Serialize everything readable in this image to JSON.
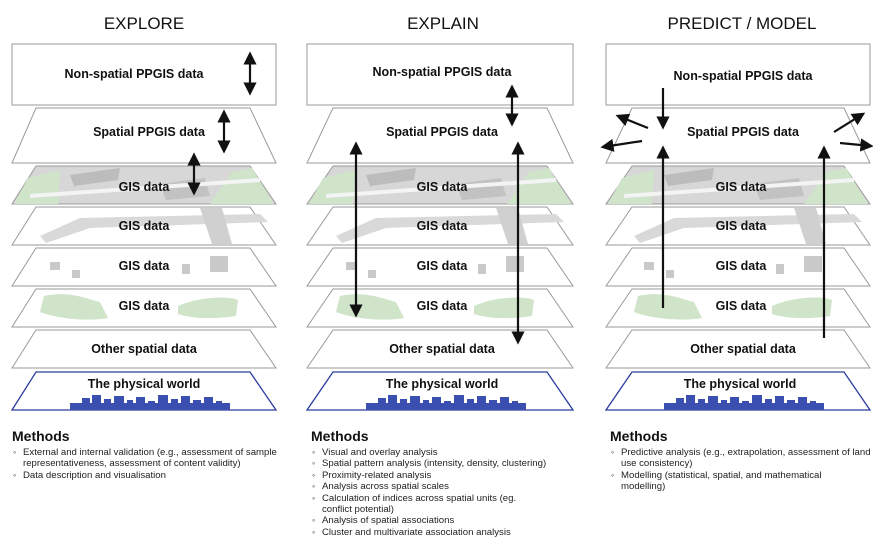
{
  "columns": [
    {
      "title": "EXPLORE",
      "layers": [
        "Non-spatial PPGIS data",
        "Spatial PPGIS data",
        "GIS data",
        "GIS data",
        "GIS data",
        "GIS data",
        "Other spatial data",
        "The physical world"
      ],
      "methods_heading": "Methods",
      "methods": [
        "External and internal validation (e.g., assessment of sample representativeness, assessment of content validity)",
        "Data description and visualisation"
      ]
    },
    {
      "title": "EXPLAIN",
      "layers": [
        "Non-spatial PPGIS data",
        "Spatial PPGIS data",
        "GIS data",
        "GIS data",
        "GIS data",
        "GIS data",
        "Other spatial data",
        "The physical world"
      ],
      "methods_heading": "Methods",
      "methods": [
        "Visual and overlay analysis",
        "Spatial pattern analysis (intensity, density, clustering)",
        "Proximity-related analysis",
        "Analysis across spatial scales",
        "Calculation of indices across spatial units (eg. conflict potential)",
        "Analysis of spatial associations",
        "Cluster and multivariate association analysis"
      ]
    },
    {
      "title": "PREDICT / MODEL",
      "layers": [
        "Non-spatial PPGIS data",
        "Spatial PPGIS data",
        "GIS data",
        "GIS data",
        "GIS data",
        "GIS data",
        "Other spatial data",
        "The physical world"
      ],
      "methods_heading": "Methods",
      "methods": [
        "Predictive analysis (e.g., extrapolation, assessment of land use consistency)",
        "Modelling (statistical, spatial, and mathematical modelling)"
      ]
    }
  ],
  "colors": {
    "stroke": "#9a9a9a",
    "world_border": "#2a3c9e",
    "city": "#3a4fb0",
    "map_gray": "#c9c9c9",
    "map_green": "#cfe4c9",
    "arrow": "#111111"
  }
}
